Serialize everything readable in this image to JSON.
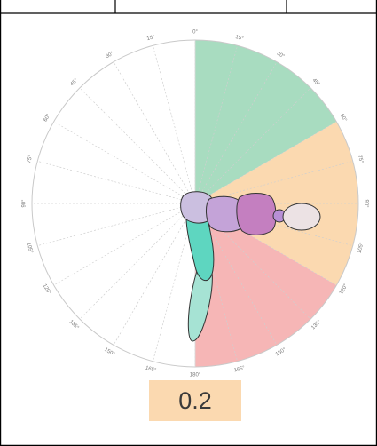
{
  "colors": {
    "sector_front_right": "#a8dcc0",
    "sector_right": "#fbd9b0",
    "sector_back_right": "#f6b6b6",
    "value_box": "#fbd9b0",
    "head": "#cbbfe0",
    "upper_arm": "#c4a3d8",
    "forearm": "#c47fc0",
    "wrist": "#b88fd6",
    "hand": "#ece2e4",
    "thigh": "#5ed6c0",
    "shank": "#a6e3d4"
  },
  "angle_labels": {
    "a0": "0°",
    "r15": "15°",
    "r30": "30°",
    "r45": "45°",
    "r60": "60°",
    "r75": "75°",
    "r90": "90°",
    "r105": "105°",
    "r120": "120°",
    "r135": "135°",
    "r150": "150°",
    "r165": "165°",
    "a180": "180°",
    "l15": "15°",
    "l30": "30°",
    "l45": "45°",
    "l60": "60°",
    "l75": "75°",
    "l90": "90°",
    "l105": "105°",
    "l120": "120°",
    "l135": "135°",
    "l150": "150°",
    "l165": "165°"
  },
  "value_display": {
    "value": "0.2"
  }
}
